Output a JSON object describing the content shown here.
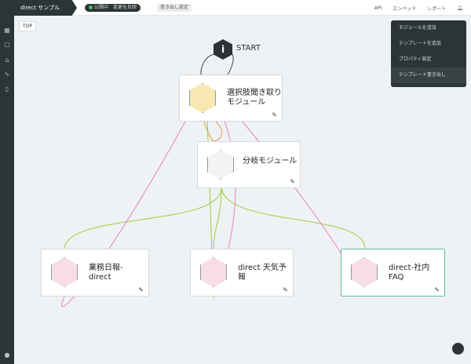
{
  "header": {
    "app_title": "direct サンプル",
    "status": "公開中",
    "reflect": "変更を反映",
    "export_settings": "書き出し設定",
    "nav": [
      "API",
      "エンベッド",
      "レポート"
    ]
  },
  "canvas": {
    "top_button": "TOP",
    "start_label": "START"
  },
  "menu": {
    "items": [
      "モジュールを追加",
      "テンプレートを追加",
      "プロパティ設定",
      "テンプレート書き出し"
    ]
  },
  "nodes": [
    {
      "label": "選択肢聞き取りモジュール"
    },
    {
      "label": "分岐モジュール"
    },
    {
      "label": "業務日報-direct"
    },
    {
      "label": "direct 天気予報"
    },
    {
      "label": "direct-社内FAQ"
    }
  ]
}
